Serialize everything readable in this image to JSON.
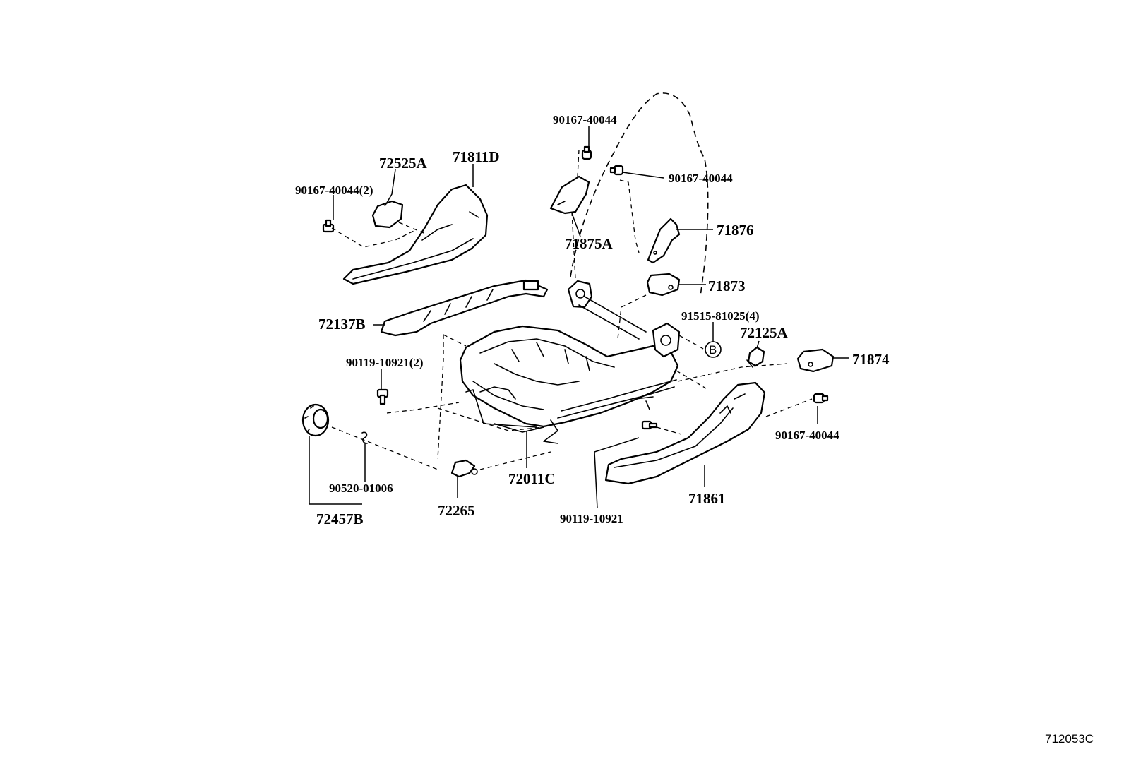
{
  "diagram": {
    "labels": {
      "p90167_40044_a": "90167-40044",
      "p90167_40044_b": "90167-40044",
      "p90167_40044_2": "90167-40044(2)",
      "p90167_40044_c": "90167-40044",
      "p72525A": "72525A",
      "p71811D": "71811D",
      "p71875A": "71875A",
      "p71876": "71876",
      "p71873": "71873",
      "p72137B": "72137B",
      "p91515_81025": "91515-81025(4)",
      "p72125A": "72125A",
      "p71874": "71874",
      "pB": "B",
      "p90119_10921_2": "90119-10921(2)",
      "p90520_01006": "90520-01006",
      "p72457B": "72457B",
      "p72265": "72265",
      "p72011C": "72011C",
      "p90119_10921": "90119-10921",
      "p71861": "71861"
    },
    "figure_code": "712053C"
  }
}
